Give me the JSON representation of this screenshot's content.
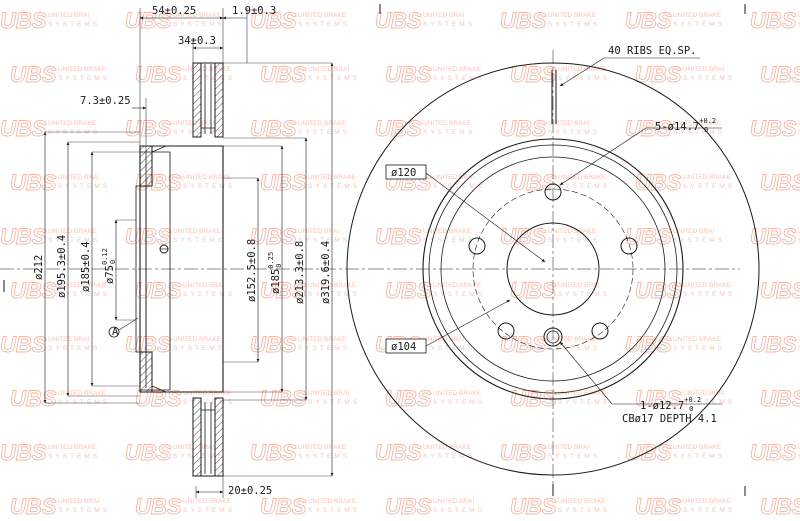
{
  "watermark": {
    "logo": "UBS",
    "subtitle": "UNITED BRAKE",
    "subtitle_alt": "UNITED BRAI",
    "systems": "SYSTEMS"
  },
  "side_view": {
    "dims_top": [
      "54±0.25",
      "1.9±0.3",
      "34±0.3",
      "7.3±0.25"
    ],
    "dim_bottom": "20±0.25",
    "diameters_left": [
      "ø212",
      "ø195.3±0.4",
      "ø185±0.4"
    ],
    "dia75": {
      "base": "ø75",
      "tol_upper": "0.12",
      "tol_lower": "0"
    },
    "diameters_mid": [
      "ø152.5±0.8"
    ],
    "dia185": {
      "base": "ø185",
      "tol_upper": "0.25",
      "tol_lower": "0"
    },
    "diameters_right": [
      "ø213.3±0.8",
      "ø319.6±0.4"
    ],
    "marker_symbol": "A"
  },
  "front_view": {
    "ribs_label": "40 RIBS EQ.SP.",
    "holes_label": {
      "base": "5-ø14.7",
      "tol_upper": "+0.2",
      "tol_lower": "0"
    },
    "pcd_label": "ø120",
    "hub_label": "ø104",
    "pin_label": {
      "base": "1-ø12.7",
      "tol_upper": "+0.2",
      "tol_lower": "0"
    },
    "counterbore_label": "CBø17 DEPTH 4.1"
  }
}
